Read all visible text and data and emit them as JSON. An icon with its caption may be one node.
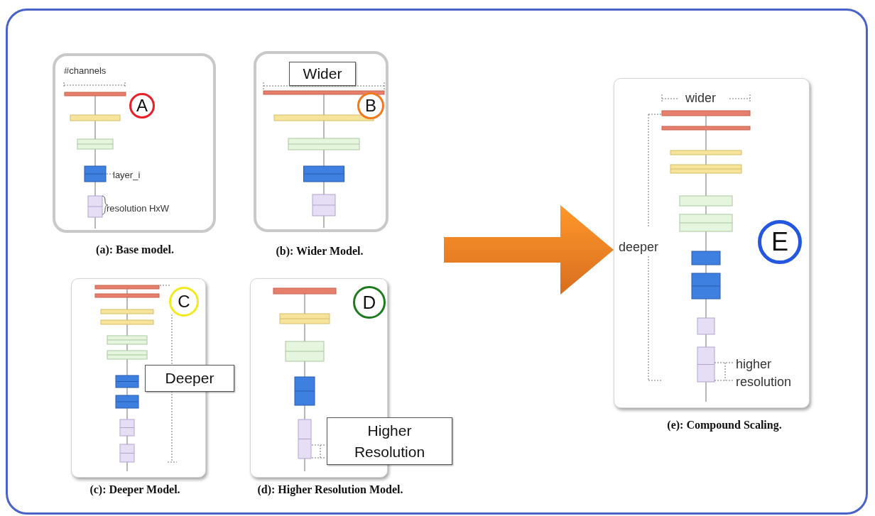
{
  "diagram": {
    "nodes": [
      {
        "text": [
          "#channels",
          "layer_i",
          "resolution HxW"
        ],
        "beside": [
          "(a): Base model."
        ]
      },
      {
        "text": [
          "A"
        ],
        "in": 0
      },
      {
        "text": [],
        "shape": "box",
        "beside": [
          "(b): Wider Model."
        ]
      },
      {
        "text": [
          "Wider"
        ],
        "in": 2
      },
      {
        "text": [
          "B"
        ],
        "in": 2
      },
      {
        "text": [],
        "shape": "box",
        "beside": [
          "(c): Deeper Model."
        ]
      },
      {
        "text": [
          "C"
        ],
        "in": 5
      },
      {
        "text": [
          "Deeper"
        ]
      },
      {
        "text": [],
        "shape": "box",
        "beside": [
          "(d): Higher Resolution Model."
        ]
      },
      {
        "text": [
          "D"
        ],
        "in": 8
      },
      {
        "text": [
          "Higher Resolution"
        ]
      },
      {
        "text": [
          "wider",
          "deeper",
          "higher resolution"
        ],
        "beside": [
          "(e): Compound Scaling."
        ]
      },
      {
        "text": [
          "E"
        ],
        "in": 11
      }
    ],
    "edges": [
      {
        "from": null,
        "to": 11,
        "arrow": "to",
        "style": "thick",
        "color": "#f07a22"
      }
    ]
  }
}
